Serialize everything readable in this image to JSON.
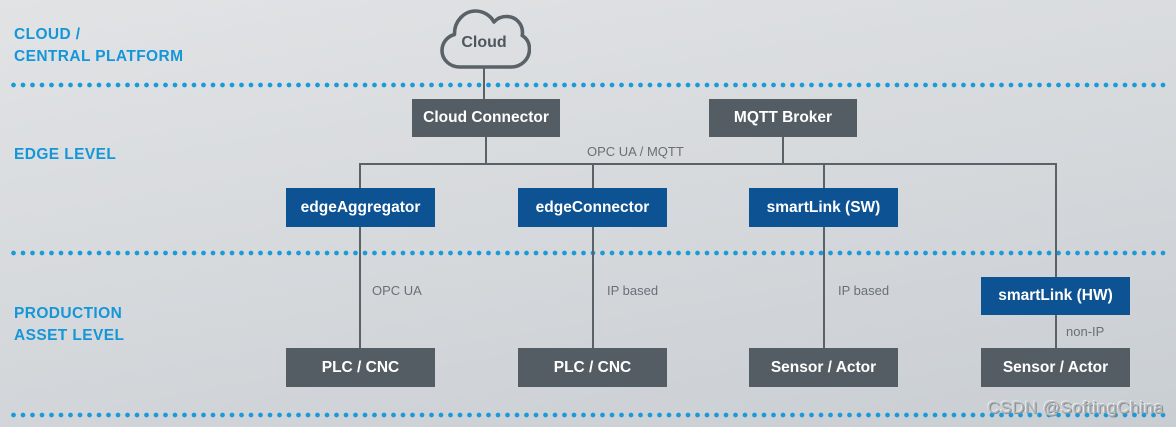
{
  "levels": {
    "cloud_line1": "CLOUD /",
    "cloud_line2": "CENTRAL PLATFORM",
    "edge": "EDGE LEVEL",
    "production_line1": "PRODUCTION",
    "production_line2": "ASSET LEVEL"
  },
  "nodes": {
    "cloud": "Cloud",
    "cloud_connector": "Cloud Connector",
    "mqtt_broker": "MQTT Broker",
    "edge_aggregator": "edgeAggregator",
    "edge_connector": "edgeConnector",
    "smartlink_sw": "smartLink (SW)",
    "smartlink_hw": "smartLink (HW)",
    "plc_cnc_1": "PLC / CNC",
    "plc_cnc_2": "PLC / CNC",
    "sensor_actor_1": "Sensor / Actor",
    "sensor_actor_2": "Sensor / Actor"
  },
  "connection_labels": {
    "bus": "OPC UA / MQTT",
    "opc_ua": "OPC UA",
    "ip_based_1": "IP based",
    "ip_based_2": "IP based",
    "non_ip": "non-IP"
  },
  "watermark": "CSDN @SoftingChina",
  "colors": {
    "accent_blue": "#1496d8",
    "dotted_line_blue": "#1a9ad8",
    "box_blue": "#0d5292",
    "box_gray": "#555d64",
    "connector_gray": "#5a6269",
    "label_gray": "#687077",
    "background_top": "#e1e3e5",
    "background_bottom": "#c9ced3"
  }
}
